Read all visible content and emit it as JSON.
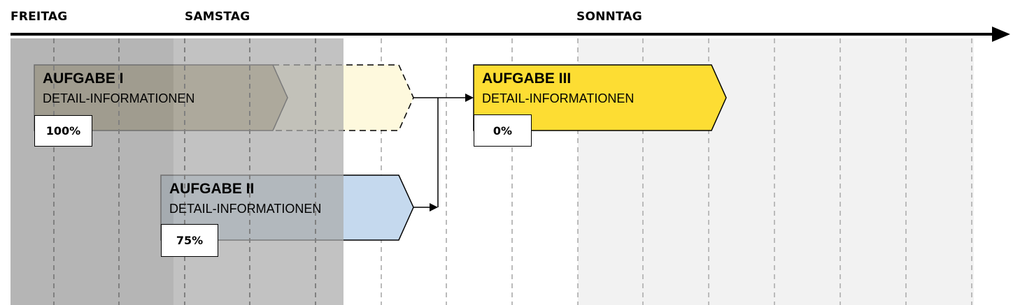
{
  "timeline": {
    "days": [
      {
        "name": "day-friday",
        "label": "FREITAG"
      },
      {
        "name": "day-saturday",
        "label": "SAMSTAG"
      },
      {
        "name": "day-sunday",
        "label": "SONNTAG"
      }
    ]
  },
  "tasks": [
    {
      "title": "AUFGABE I",
      "detail": "DETAIL-INFORMATIONEN",
      "progress": "100%",
      "color": "#b3a677"
    },
    {
      "title": "AUFGABE II",
      "detail": "DETAIL-INFORMATIONEN",
      "progress": "75%",
      "color": "#c5d9ee"
    },
    {
      "title": "AUFGABE III",
      "detail": "DETAIL-INFORMATIONEN",
      "progress": "0%",
      "color": "#fddd33"
    }
  ],
  "colors": {
    "completed_overlay": "#999999",
    "today_overlay": "#aaaaaa",
    "future_background": "#f2f2f2",
    "task1_extension": "#fef9dd",
    "grid_line": "#bbbbbb",
    "axis": "#000000"
  }
}
